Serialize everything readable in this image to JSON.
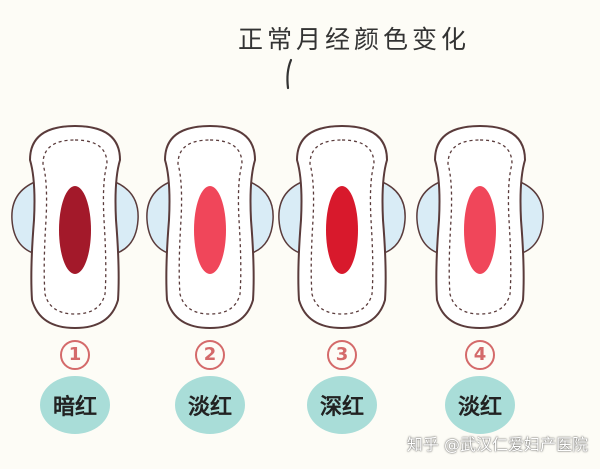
{
  "title": "正常月经颜色变化",
  "items": [
    {
      "number": "1",
      "label": "暗红",
      "color": "#a3192a"
    },
    {
      "number": "2",
      "label": "淡红",
      "color": "#f0465a"
    },
    {
      "number": "3",
      "label": "深红",
      "color": "#d8192c"
    },
    {
      "number": "4",
      "label": "淡红",
      "color": "#f0465a"
    }
  ],
  "colors": {
    "wing": "#d9ecf6",
    "pad_outline": "#5a3b3b",
    "number_ring": "#d46a6a",
    "label_bubble": "#a9ddd8"
  },
  "watermark": "知乎 @武汉仁爱妇产医院"
}
